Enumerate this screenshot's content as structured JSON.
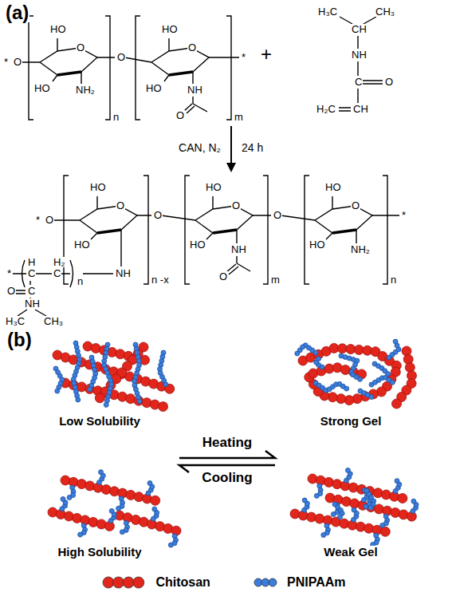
{
  "diagram": {
    "labels": [
      "(a)",
      "*",
      "O",
      "HO",
      "O",
      "HO",
      "NH₂",
      "n",
      "O",
      "HO",
      "O",
      "HO",
      "NH",
      "O",
      "m",
      "*",
      "+",
      "H₃C",
      "CH₃",
      "CH",
      "NH",
      "C",
      "O",
      "CH",
      "H₂C",
      "CAN, N₂",
      "24 h",
      "*",
      "O",
      "HO",
      "O",
      "HO",
      "NH",
      "n -x",
      "O",
      "HO",
      "O",
      "HO",
      "NH",
      "O",
      "m",
      "O",
      "HO",
      "O",
      "HO",
      "NH₂",
      "n",
      "*",
      "*",
      "H",
      "C",
      "H₂",
      "C",
      "n",
      "O",
      "C",
      "NH",
      "H₃C",
      "CH₃",
      "(b)",
      "Low Solubility",
      "Strong Gel",
      "Heating",
      "Cooling",
      "High Solubility",
      "Weak Gel"
    ],
    "legend": [
      {
        "text": "Chitosan",
        "color": "#e3261c"
      },
      {
        "text": "PNIPAAm",
        "color": "#3b7ddd"
      }
    ]
  }
}
